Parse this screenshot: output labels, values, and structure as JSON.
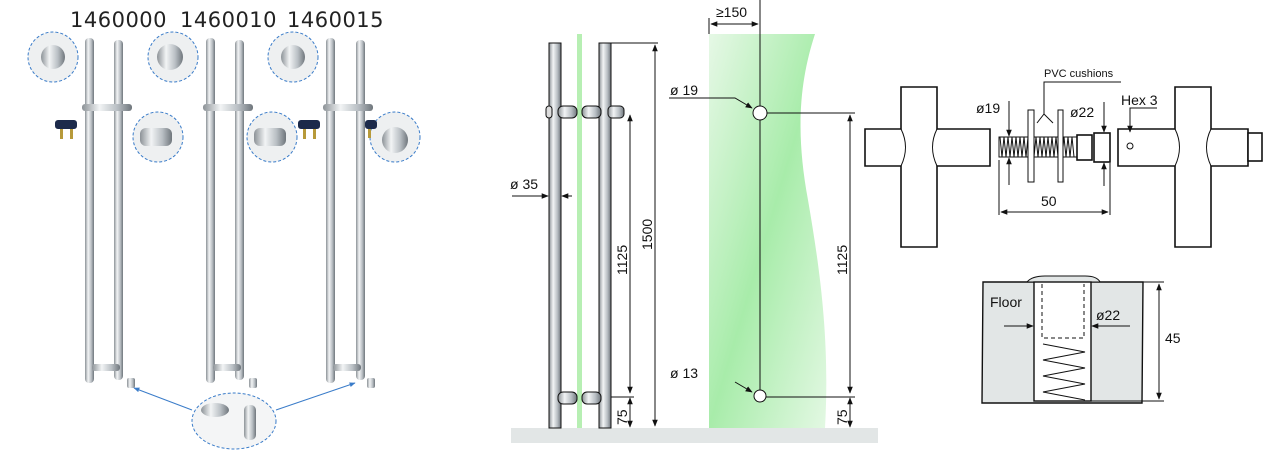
{
  "products": {
    "codes": [
      "1460000",
      "1460010",
      "1460015"
    ]
  },
  "side_view": {
    "dia_handle": "ø 35",
    "height_total": "1500",
    "spacing": "1125",
    "bottom_offset": "75"
  },
  "glass_view": {
    "min_edge": "≥150",
    "dia_top_hole": "ø 19",
    "dia_bottom_hole": "ø 13",
    "spacing": "1125",
    "bottom_offset": "75"
  },
  "fixing_detail": {
    "pvc_label": "PVC cushions",
    "dia_bolt": "ø19",
    "dia_nut": "ø22",
    "hex_label": "Hex 3",
    "length": "50"
  },
  "floor_detail": {
    "floor_label": "Floor",
    "dia_hole": "ø22",
    "depth": "45"
  },
  "colors": {
    "glass": "#9fe9a0",
    "steel": "#c9ced2",
    "floor": "#e2e6e6",
    "callout": "#3a7cc9"
  }
}
